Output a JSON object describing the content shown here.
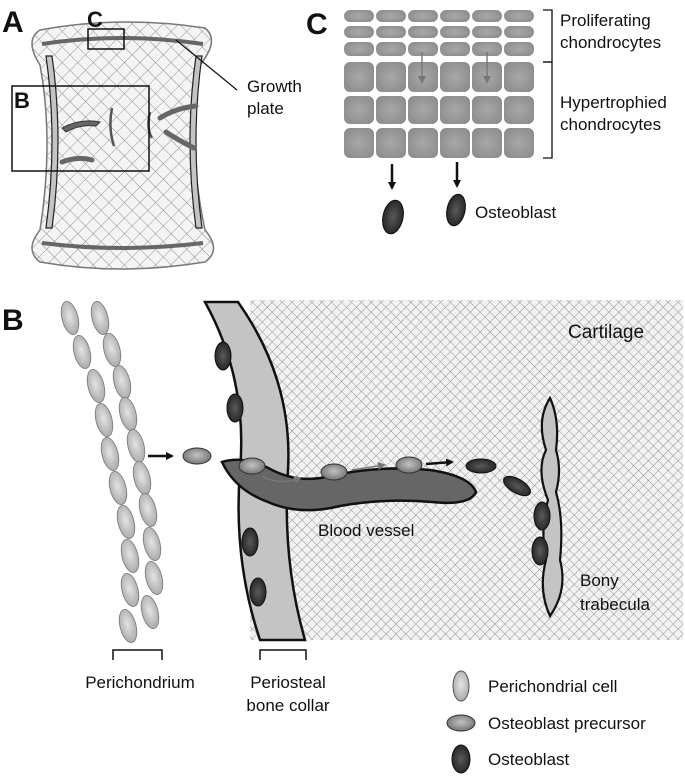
{
  "panels": {
    "a": "A",
    "b": "B",
    "c": "C"
  },
  "labels": {
    "growth_plate_1": "Growth",
    "growth_plate_2": "plate",
    "proliferating_1": "Proliferating",
    "proliferating_2": "chondrocytes",
    "hypertrophied_1": "Hypertrophied",
    "hypertrophied_2": "chondrocytes",
    "osteoblast_c": "Osteoblast",
    "cartilage": "Cartilage",
    "blood_vessel": "Blood vessel",
    "bony_1": "Bony",
    "bony_2": "trabecula",
    "perichondrium": "Perichondrium",
    "periosteal_1": "Periosteal",
    "periosteal_2": "bone collar"
  },
  "legend": {
    "perichondrial_cell": "Perichondrial cell",
    "osteoblast_precursor": "Osteoblast precursor",
    "osteoblast": "Osteoblast"
  },
  "colors": {
    "perichondrial": "#c8c8c8",
    "precursor": "#9a9a9a",
    "osteoblast": "#2e2e2e",
    "vessel": "#5f5f5f",
    "bone_collar": "#c4c4c4",
    "chondrocyte": "#a0a0a0"
  }
}
